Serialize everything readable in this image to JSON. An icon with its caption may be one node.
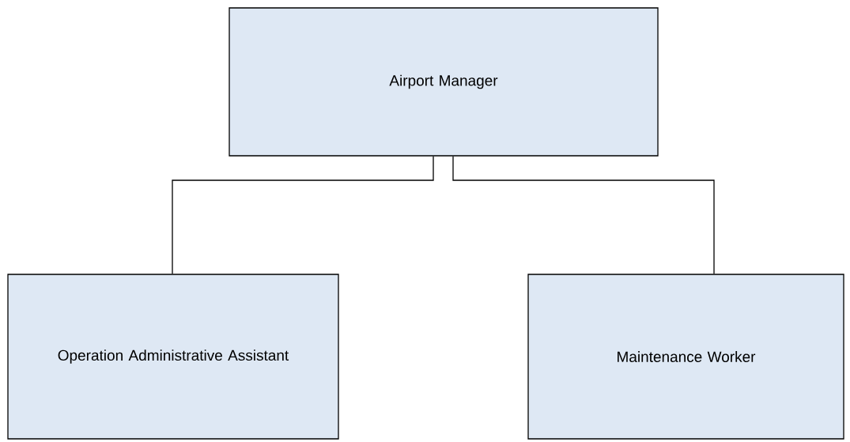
{
  "diagram": {
    "nodes": [
      {
        "text": [
          "Airport Manager"
        ]
      },
      {
        "text": [
          "Operation Administrative Assistant"
        ]
      },
      {
        "text": [
          "Maintenance Worker"
        ]
      }
    ],
    "edges": [
      {
        "from": 0,
        "to": 1,
        "arrow": "none"
      },
      {
        "from": 0,
        "to": 2,
        "arrow": "none"
      }
    ]
  }
}
